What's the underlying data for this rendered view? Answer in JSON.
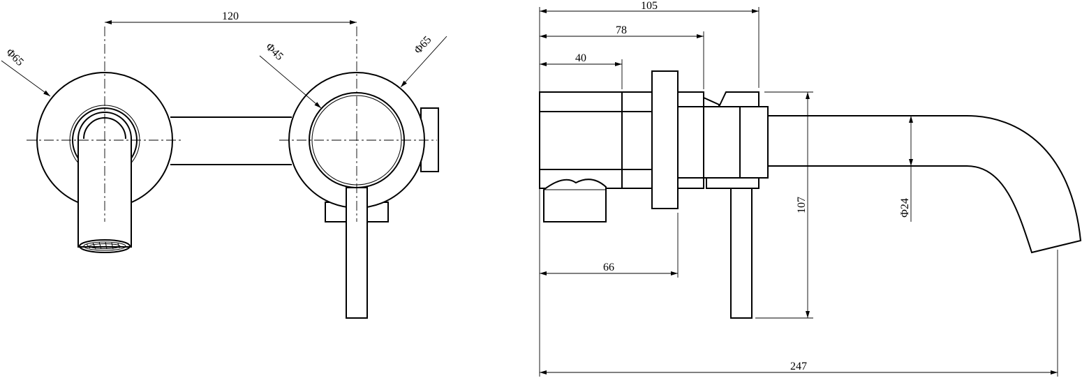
{
  "dimensions": {
    "front_center_distance": "120",
    "front_left_plate_dia": "Φ65",
    "front_body_dia": "Φ45",
    "front_right_plate_dia": "Φ65",
    "side_total_depth": "105",
    "side_depth_78": "78",
    "side_depth_40": "40",
    "side_depth_66": "66",
    "side_height": "107",
    "spout_dia": "Φ24",
    "overall_projection": "247"
  },
  "colors": {
    "line": "#000000",
    "background": "#ffffff"
  }
}
